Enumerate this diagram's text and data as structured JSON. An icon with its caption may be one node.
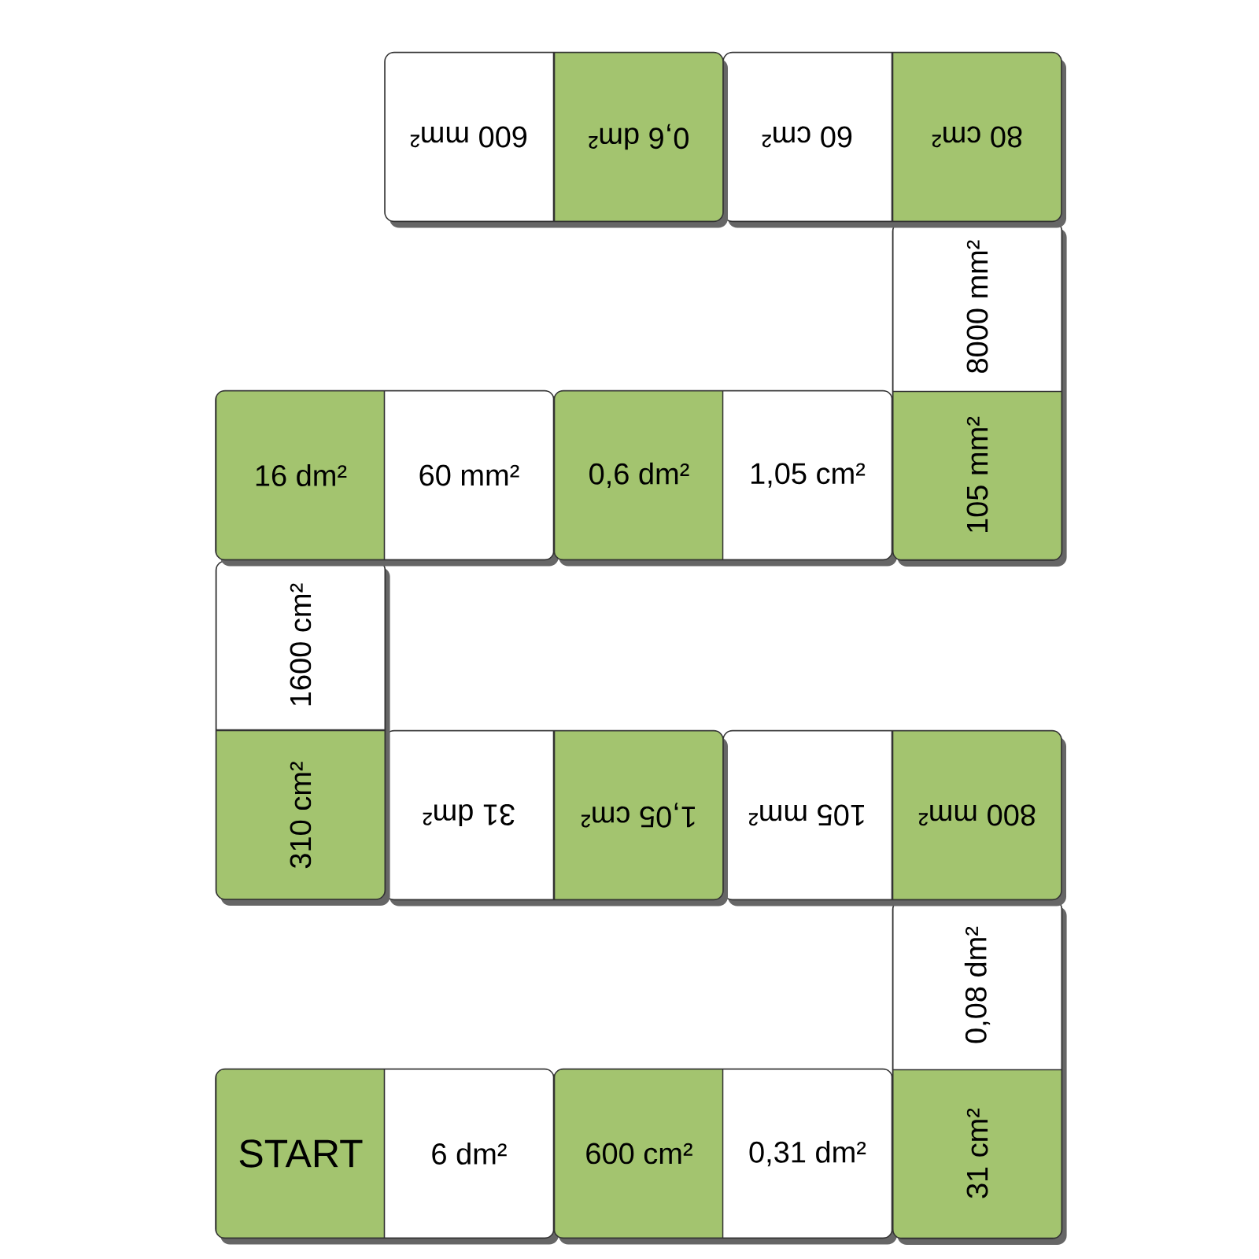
{
  "diagram": {
    "nodes": [
      {
        "text": [],
        "shape": "box"
      },
      {
        "text": [
          "START"
        ],
        "in": 0
      },
      {
        "text": [
          "6 dm²"
        ],
        "in": 0
      },
      {
        "text": [],
        "shape": "box"
      },
      {
        "text": [
          "600 cm²"
        ],
        "in": 3
      },
      {
        "text": [
          "0,31 dm²"
        ],
        "in": 3
      },
      {
        "text": [],
        "shape": "box"
      },
      {
        "text": [
          "31 cm²"
        ],
        "in": 6
      },
      {
        "text": [
          "0,08 dm²"
        ],
        "in": 6
      },
      {
        "text": [],
        "shape": "box"
      },
      {
        "text": [
          "800 mm²"
        ],
        "in": 9
      },
      {
        "text": [
          "105 mm²"
        ],
        "in": 9
      },
      {
        "text": [],
        "shape": "box"
      },
      {
        "text": [
          "1,05 cm²"
        ],
        "in": 12
      },
      {
        "text": [
          "31 dm²"
        ],
        "in": 12
      },
      {
        "text": [],
        "shape": "box"
      },
      {
        "text": [
          "310 cm²"
        ],
        "in": 15
      },
      {
        "text": [
          "1600 cm²"
        ],
        "in": 15
      },
      {
        "text": [],
        "shape": "box"
      },
      {
        "text": [
          "16 dm²"
        ],
        "in": 18
      },
      {
        "text": [
          "60 mm²"
        ],
        "in": 18
      },
      {
        "text": [],
        "shape": "box"
      },
      {
        "text": [
          "0,6 dm²"
        ],
        "in": 21
      },
      {
        "text": [
          "1,05 cm²"
        ],
        "in": 21
      },
      {
        "text": [],
        "shape": "box"
      },
      {
        "text": [
          "105 mm²"
        ],
        "in": 24
      },
      {
        "text": [
          "8000 mm²"
        ],
        "in": 24
      },
      {
        "text": [],
        "shape": "box"
      },
      {
        "text": [
          "80 cm²"
        ],
        "in": 27
      },
      {
        "text": [
          "60 cm²"
        ],
        "in": 27
      },
      {
        "text": [],
        "shape": "box"
      },
      {
        "text": [
          "0,6 dm²"
        ],
        "in": 30
      },
      {
        "text": [
          "600 mm²"
        ],
        "in": 30
      }
    ]
  }
}
